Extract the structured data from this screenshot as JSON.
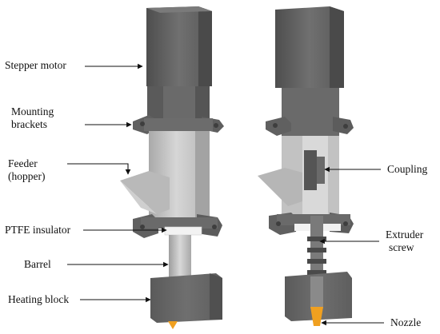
{
  "labels": {
    "stepper_motor": "Stepper motor",
    "mounting_brackets_line1": "Mounting",
    "mounting_brackets_line2": "brackets",
    "feeder_line1": "Feeder",
    "feeder_line2": "(hopper)",
    "ptfe_insulator": "PTFE insulator",
    "barrel": "Barrel",
    "heating_block": "Heating block",
    "coupling": "Coupling",
    "extruder_screw_line1": "Extruder",
    "extruder_screw_line2": "screw",
    "nozzle": "Nozzle"
  },
  "colors": {
    "motor_dark": "#5a5a5a",
    "motor_mid": "#6e6e6e",
    "body_light": "#c9c9c9",
    "body_mid": "#b3b3b3",
    "ptfe_white": "#f2f2f2",
    "nozzle_orange": "#f0a020",
    "arrow": "#111111"
  }
}
